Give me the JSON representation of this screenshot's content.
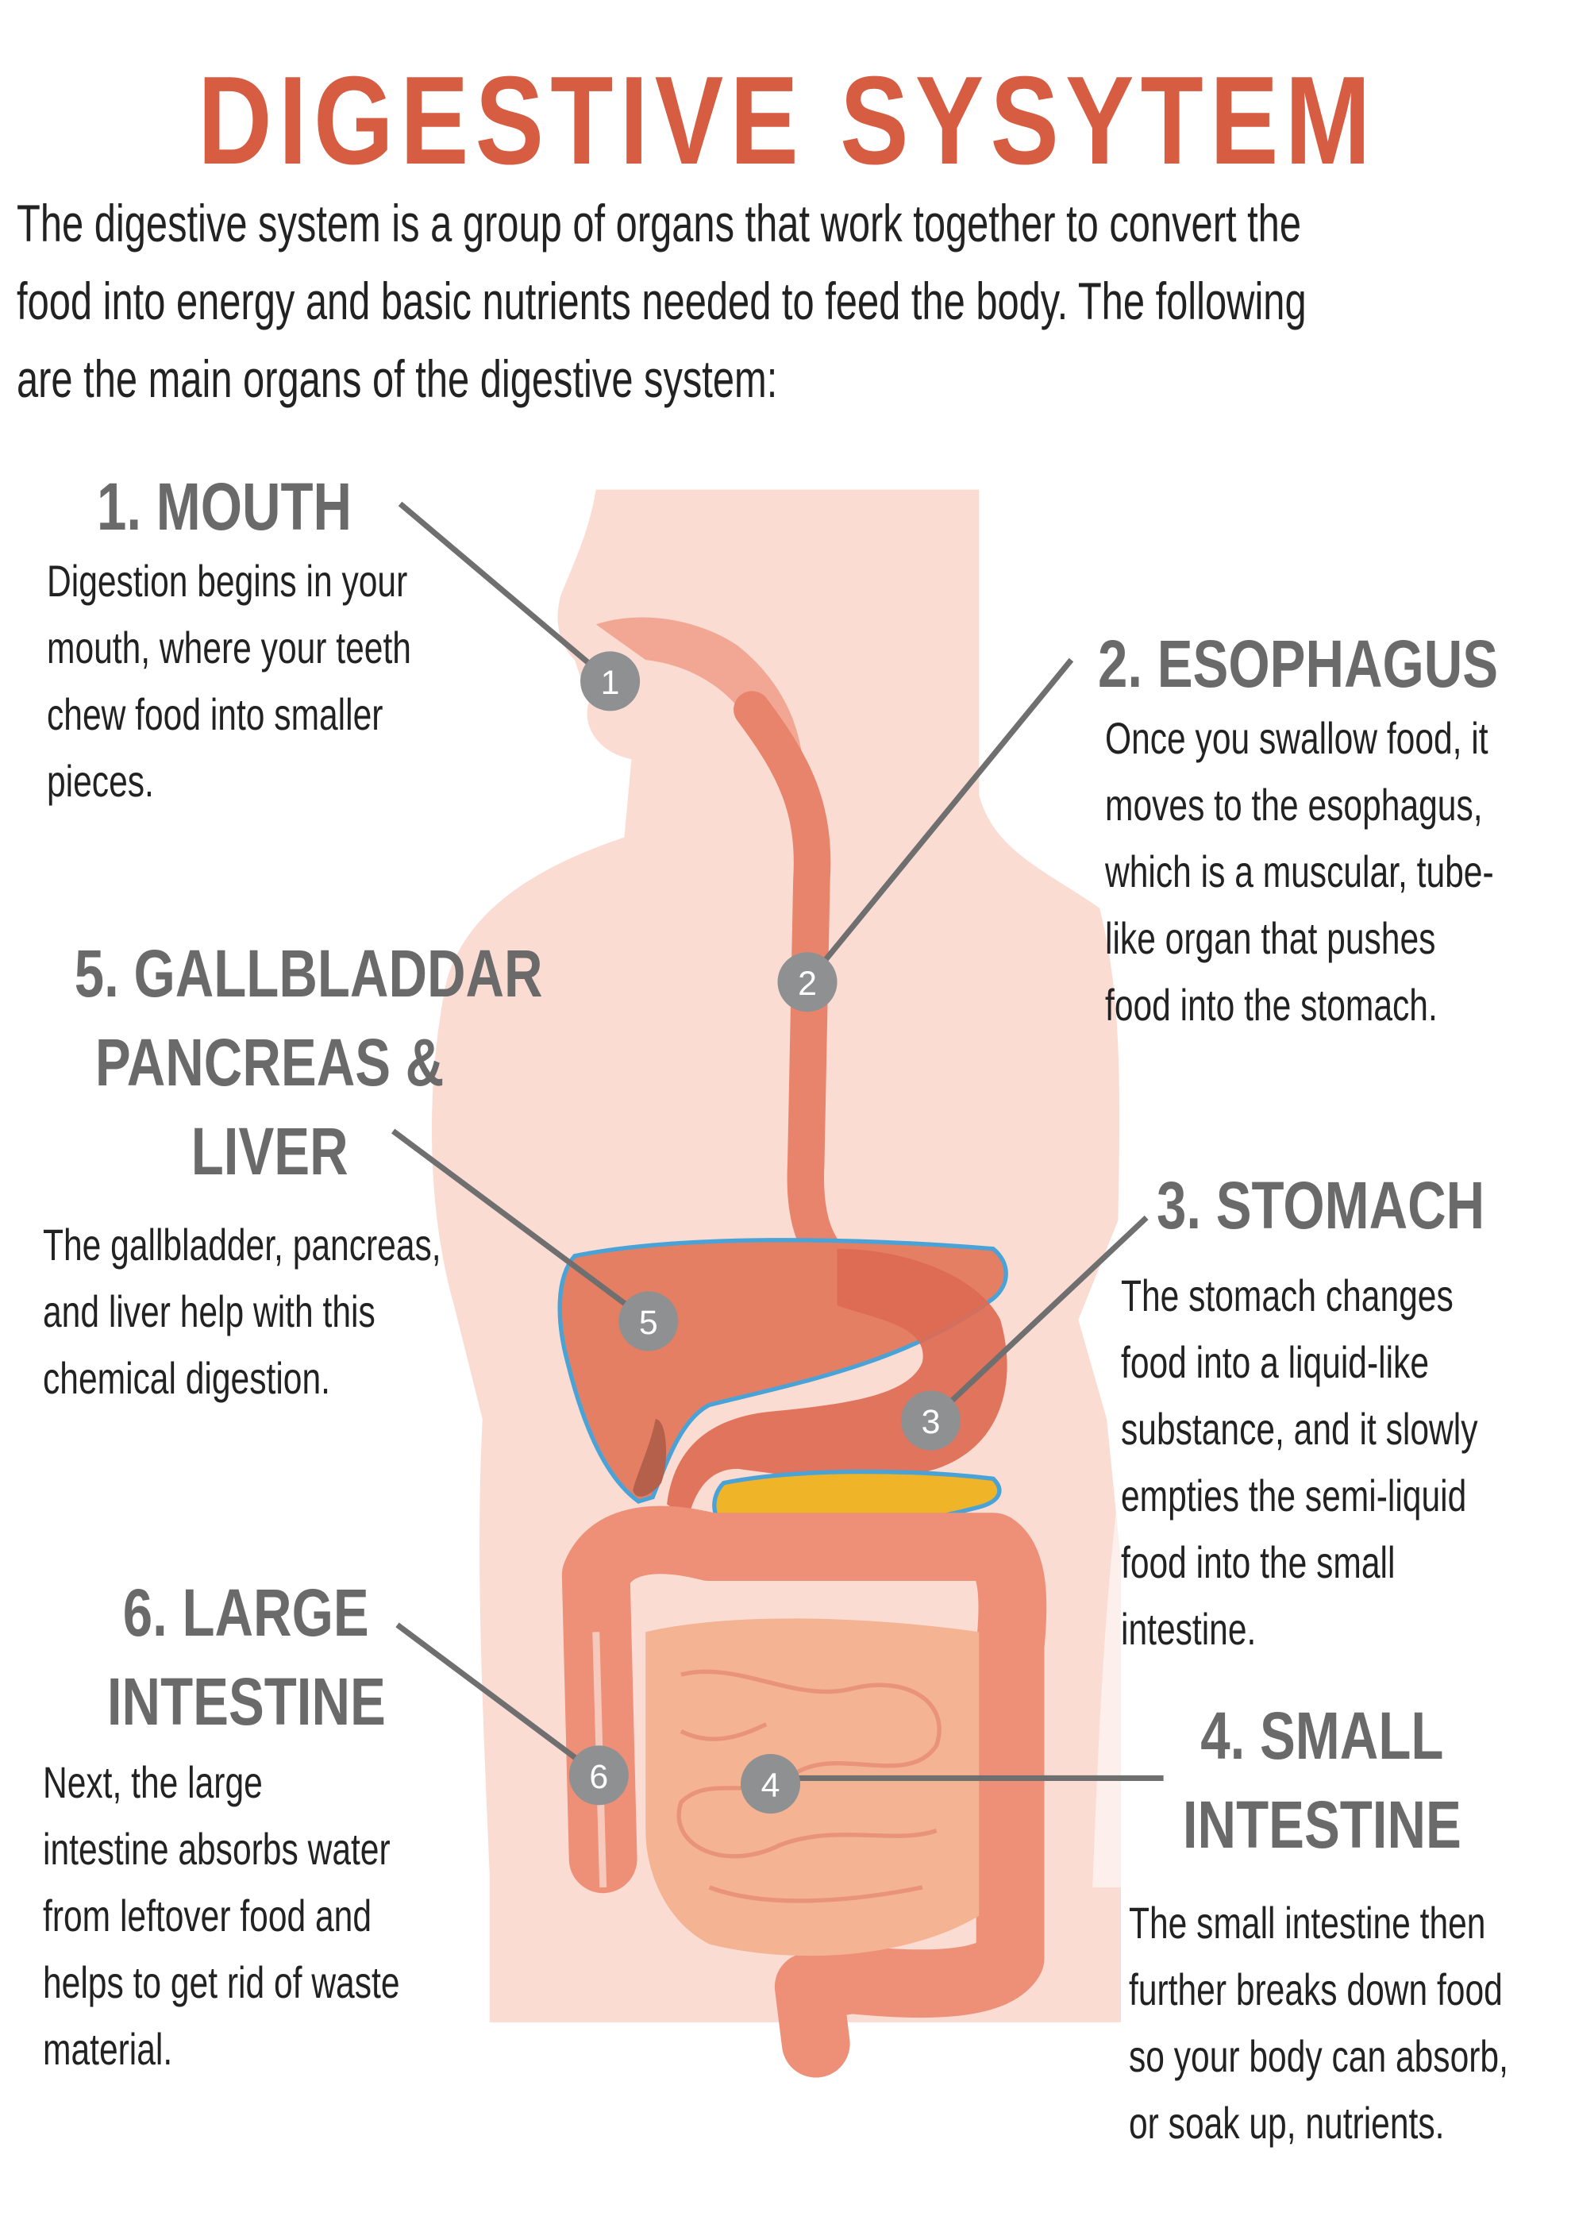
{
  "title": "DIGESTIVE SYSYTEM",
  "intro": [
    "The digestive system is a group of organs that work together to convert the",
    "food into energy and basic nutrients needed to feed the body. The following",
    "are the main organs of the digestive system:"
  ],
  "organs": {
    "mouth": {
      "heading": [
        "1. MOUTH"
      ],
      "body": [
        "Digestion begins in your",
        "mouth, where your teeth",
        "chew food into smaller",
        "pieces."
      ],
      "marker": "1"
    },
    "esophagus": {
      "heading": [
        "2. ESOPHAGUS"
      ],
      "body": [
        "Once you swallow food, it",
        "moves to the esophagus,",
        "which is a muscular, tube-",
        "like organ that pushes",
        "food into the stomach."
      ],
      "marker": "2"
    },
    "stomach": {
      "heading": [
        "3. STOMACH"
      ],
      "body": [
        "The stomach changes",
        "food into a liquid-like",
        "substance, and it slowly",
        "empties the semi-liquid",
        "food into the small",
        "intestine."
      ],
      "marker": "3"
    },
    "small_intestine": {
      "heading": [
        "4. SMALL",
        "INTESTINE"
      ],
      "body": [
        "The small intestine then",
        "further breaks down food",
        "so your body can absorb,",
        "or soak up, nutrients."
      ],
      "marker": "4"
    },
    "gallbladder": {
      "heading": [
        "5. GALLBLADDAR",
        "PANCREAS &",
        "LIVER"
      ],
      "body": [
        "The gallbladder, pancreas,",
        "and liver help with this",
        "chemical digestion."
      ],
      "marker": "5"
    },
    "large_intestine": {
      "heading": [
        "6. LARGE",
        "INTESTINE"
      ],
      "body": [
        "Next, the large",
        "intestine absorbs water",
        "from leftover food and",
        "helps to get rid of waste",
        "material."
      ],
      "marker": "6"
    }
  },
  "colors": {
    "title": "#d65c42",
    "heading": "#6a6a6a",
    "marker": "#8e9092",
    "skin": "#fbdcd3",
    "outline": "#4aa3d6",
    "pancreas": "#f0b428"
  }
}
